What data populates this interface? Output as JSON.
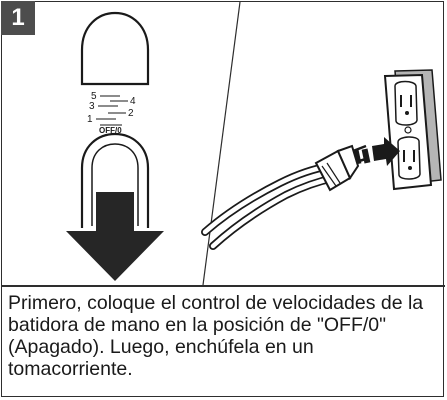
{
  "step": {
    "number": "1"
  },
  "speed_dial": {
    "labels": [
      "5",
      "4",
      "3",
      "2",
      "1",
      "OFF/0"
    ]
  },
  "icons": [
    "speed-knob-icon",
    "down-arrow-icon",
    "wall-outlet-icon",
    "power-plug-icon",
    "insert-arrow-icon"
  ],
  "caption": {
    "text": "Primero, coloque el control de velocidades de la batidora de mano en la posición de \"OFF/0\" (Apagado). Luego, enchúfela en un tomacorriente."
  }
}
